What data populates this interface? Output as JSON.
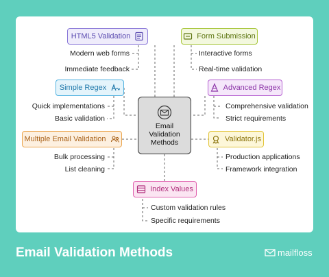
{
  "footer": {
    "title": "Email Validation Methods",
    "brand": "mailfloss"
  },
  "center": {
    "lines": [
      "Email",
      "Validation",
      "Methods"
    ]
  },
  "nodes": {
    "html5": {
      "label": "HTML5 Validation",
      "items": [
        "Modern web forms",
        "Immediate feedback"
      ],
      "color": "#8a78d8",
      "fill": "#efecfb"
    },
    "form": {
      "label": "Form Submission",
      "items": [
        "Interactive forms",
        "Real-time validation"
      ],
      "color": "#a7c63a",
      "fill": "#f3f8de"
    },
    "simple_regex": {
      "label": "Simple Regex",
      "items": [
        "Quick implementations",
        "Basic validation"
      ],
      "color": "#4db0e0",
      "fill": "#e4f4fb"
    },
    "advanced_regex": {
      "label": "Advanced Regex",
      "items": [
        "Comprehensive validation",
        "Strict requirements"
      ],
      "color": "#b45ed0",
      "fill": "#f5e7fa"
    },
    "multiple": {
      "label": "Multiple Email Validation",
      "items": [
        "Bulk processing",
        "List cleaning"
      ],
      "color": "#eba44c",
      "fill": "#fdf0e0"
    },
    "validatorjs": {
      "label": "Validator.js",
      "items": [
        "Production applications",
        "Framework integration"
      ],
      "color": "#e2c43a",
      "fill": "#fdf7d9"
    },
    "index": {
      "label": "Index Values",
      "items": [
        "Custom validation rules",
        "Specific requirements"
      ],
      "color": "#e060ae",
      "fill": "#fbe5f2"
    }
  },
  "icons": {
    "html5": "document-icon",
    "form": "form-icon",
    "simple_regex": "regex-icon",
    "advanced_regex": "cone-icon",
    "multiple": "people-icon",
    "validatorjs": "badge-icon",
    "index": "list-icon",
    "center": "envelope-icon"
  }
}
